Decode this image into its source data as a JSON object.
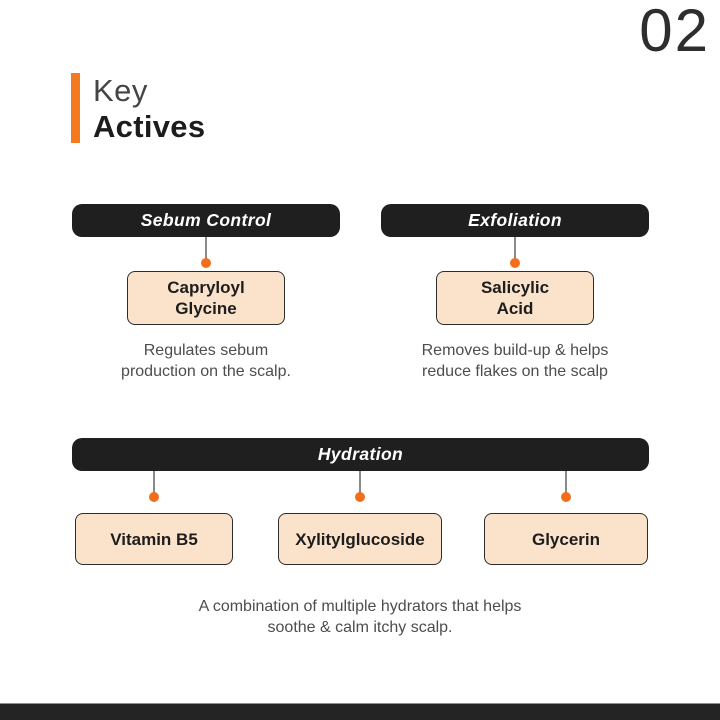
{
  "page": {
    "number": "02"
  },
  "title": {
    "kicker": "Key",
    "main": "Actives"
  },
  "colors": {
    "accent_orange": "#F4791F",
    "dot_orange": "#F36D1D",
    "pill_dark": "#1F1F1F",
    "ingredient_box_bg": "#FBE3CB",
    "description_gray": "#4D4D4D"
  },
  "columns": [
    {
      "header": "Sebum Control",
      "ingredient": {
        "line1": "Capryloyl",
        "line2": "Glycine"
      },
      "description": {
        "line1": "Regulates sebum",
        "line2": "production on the scalp."
      }
    },
    {
      "header": "Exfoliation",
      "ingredient": {
        "line1": "Salicylic",
        "line2": "Acid"
      },
      "description": {
        "line1": "Removes build-up & helps",
        "line2": "reduce flakes on the scalp"
      }
    }
  ],
  "hydration": {
    "header": "Hydration",
    "ingredients": [
      "Vitamin B5",
      "Xylitylglucoside",
      "Glycerin"
    ],
    "description": {
      "line1": "A combination of multiple hydrators that helps",
      "line2": "soothe & calm itchy scalp."
    }
  }
}
